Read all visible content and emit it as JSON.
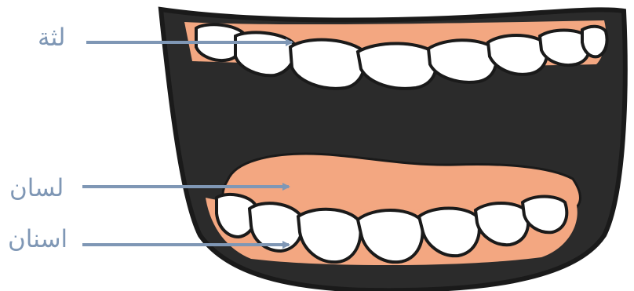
{
  "labels": {
    "gums": "لثة",
    "tongue": "لسان",
    "teeth": "اسنان"
  },
  "colors": {
    "outline": "#1a1a1a",
    "mouth_interior": "#2b2b2b",
    "gum_tongue": "#f3a781",
    "teeth": "#ffffff",
    "arrow": "#7f97b5",
    "label_text": "#7f97b5"
  }
}
